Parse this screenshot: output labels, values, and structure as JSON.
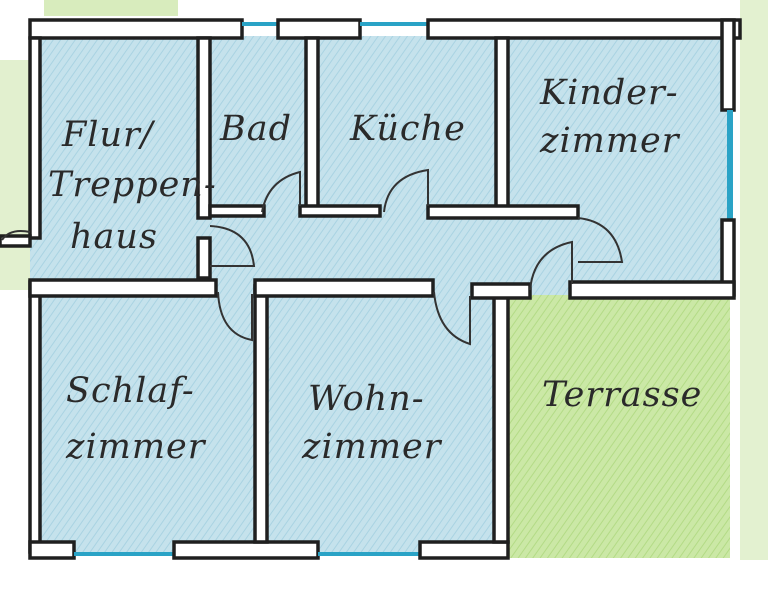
{
  "rooms": {
    "flur_line1": "Flur/",
    "flur_line2": "Treppen-",
    "flur_line3": "haus",
    "bad": "Bad",
    "kueche": "Küche",
    "kinder_line1": "Kinder-",
    "kinder_line2": "zimmer",
    "schlaf_line1": "Schlaf-",
    "schlaf_line2": "zimmer",
    "wohn_line1": "Wohn-",
    "wohn_line2": "zimmer",
    "terrasse": "Terrasse"
  },
  "colors": {
    "interior": "#bfe0ea",
    "terrace": "#c7e79f",
    "outside_green": "#dbeec0",
    "window": "#2aa3c6",
    "wall": "#1f1f1f",
    "pencil": "#2a2a2a"
  }
}
